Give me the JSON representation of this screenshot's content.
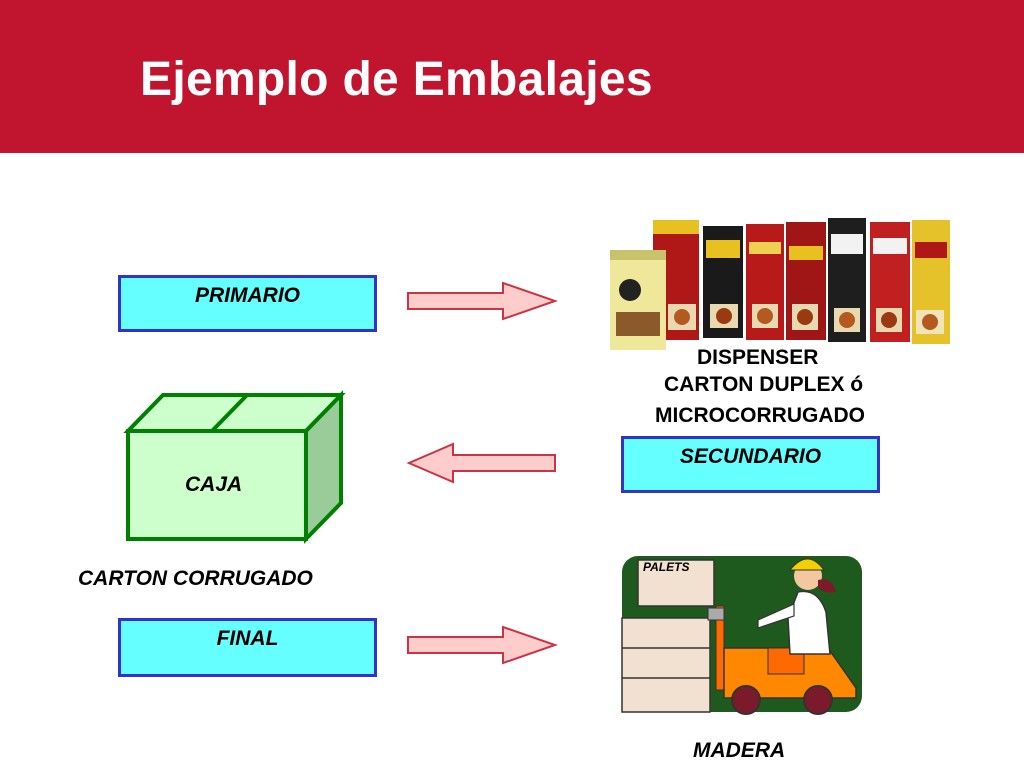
{
  "slide": {
    "title": "Ejemplo de Embalajes",
    "header_color": "#c1152f"
  },
  "levels": {
    "primario": "PRIMARIO",
    "secundario": "SECUNDARIO",
    "final": "FINAL"
  },
  "examples": {
    "dispenser": "DISPENSER",
    "carton_duplex": "CARTON DUPLEX ó",
    "microcorrugado": "MICROCORRUGADO",
    "caja": "CAJA",
    "carton_corrugado": "CARTON  CORRUGADO",
    "palets": "PALETS",
    "madera": "MADERA"
  },
  "colors": {
    "label_fill": "#66ffff",
    "label_border": "#3333cc",
    "arrow_fill": "#ffcccc",
    "arrow_stroke": "#cc3344",
    "box_fill": "#ccffcc",
    "box_side": "#99cc99",
    "box_stroke": "#008000"
  },
  "icons": {
    "product": "spice-packets-illustration",
    "box": "cardboard-box-icon",
    "forklift": "forklift-worker-illustration"
  }
}
